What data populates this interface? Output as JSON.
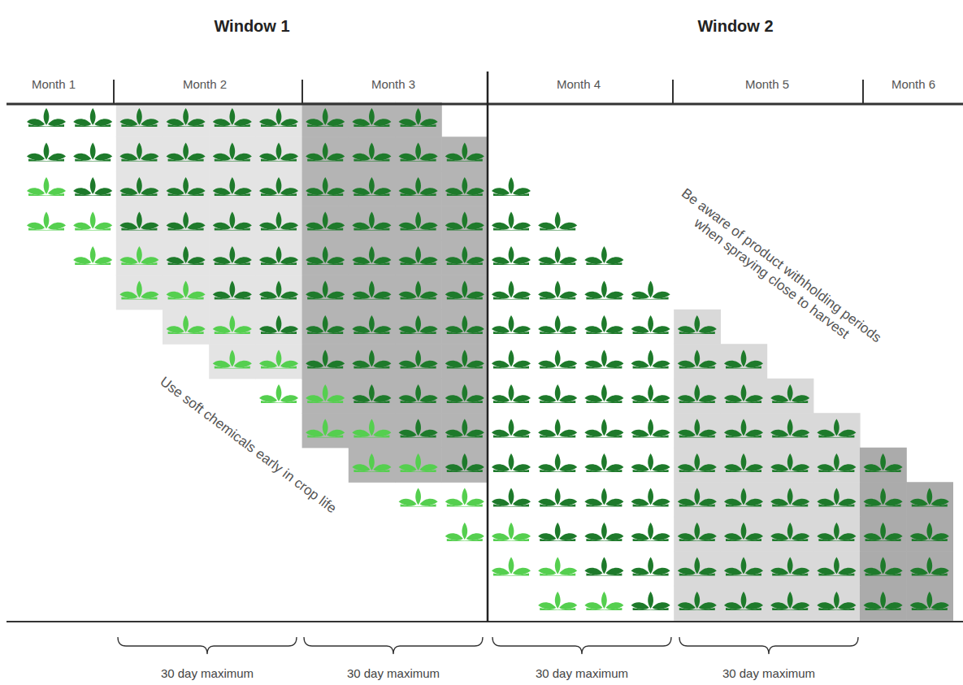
{
  "diagram": {
    "labels": [
      "Window 1",
      "Window 2",
      "Month 1",
      "Month 2",
      "Month 3",
      "Month 4",
      "Month 5",
      "Month 6",
      "Use soft chemicals early in crop life",
      "Be aware of product withholding periods when spraying close to harvest",
      "30 day maximum",
      "30 day maximum",
      "30 day maximum",
      "30 day maximum"
    ]
  }
}
